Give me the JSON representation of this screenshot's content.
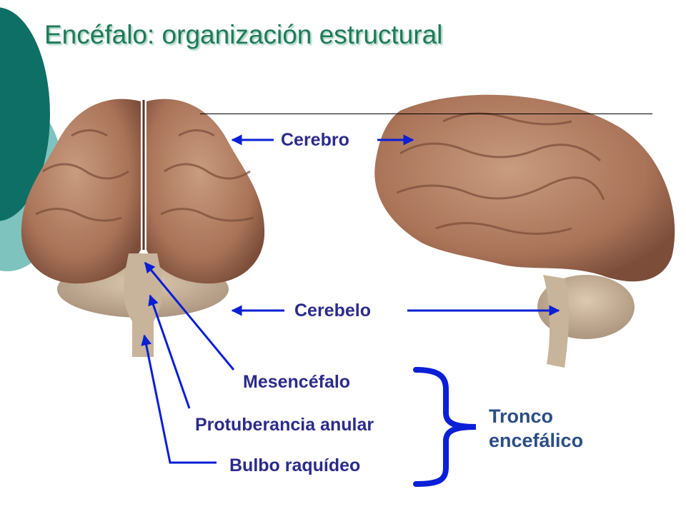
{
  "title": "Encéfalo: organización estructural",
  "labels": {
    "cerebro": "Cerebro",
    "cerebelo": "Cerebelo",
    "mesencefalo": "Mesencéfalo",
    "protuberancia": "Protuberancia anular",
    "bulbo": "Bulbo raquídeo",
    "tronco_line1": "Tronco",
    "tronco_line2": "encefálico"
  },
  "colors": {
    "title": "#1f7a5a",
    "labels": "#2b2b8c",
    "arrows": "#0a1fd6",
    "brain": "#b7866a",
    "cerebellum": "#c9b39a",
    "deco_dark": "#0e6f67",
    "deco_light": "#7fc3bf"
  },
  "images": {
    "front_view": "brain-front-view",
    "side_view": "brain-lateral-view"
  }
}
